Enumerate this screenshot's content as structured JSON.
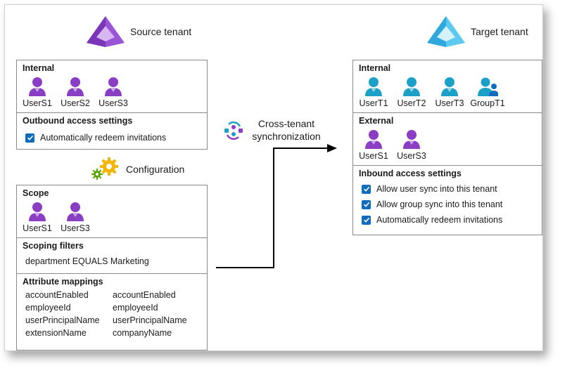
{
  "source": {
    "title": "Source tenant",
    "internal": {
      "title": "Internal",
      "users": [
        "UserS1",
        "UserS2",
        "UserS3"
      ]
    },
    "outbound": {
      "title": "Outbound access settings",
      "items": [
        "Automatically redeem invitations"
      ]
    }
  },
  "configuration": {
    "title": "Configuration",
    "scope": {
      "title": "Scope",
      "users": [
        "UserS1",
        "UserS3"
      ]
    },
    "scoping_filters": {
      "title": "Scoping filters",
      "filter": "department EQUALS Marketing"
    },
    "attribute_mappings": {
      "title": "Attribute mappings",
      "rows": [
        [
          "accountEnabled",
          "accountEnabled"
        ],
        [
          "employeeId",
          "employeeId"
        ],
        [
          "userPrincipalName",
          "userPrincipalName"
        ],
        [
          "extensionName",
          "companyName"
        ]
      ]
    }
  },
  "sync": {
    "line1": "Cross-tenant",
    "line2": "synchronization"
  },
  "target": {
    "title": "Target tenant",
    "internal": {
      "title": "Internal",
      "users": [
        "UserT1",
        "UserT2",
        "UserT3"
      ],
      "group": "GroupT1"
    },
    "external": {
      "title": "External",
      "users": [
        "UserS1",
        "UserS3"
      ]
    },
    "inbound": {
      "title": "Inbound access settings",
      "items": [
        "Allow user sync into this tenant",
        "Allow group sync into this tenant",
        "Automatically redeem invitations"
      ]
    }
  },
  "colors": {
    "purple_user": "#8a3ec4",
    "teal_user": "#1ba1c8",
    "checkbox": "#0f6cbd",
    "gear": "#f5b400",
    "gear_small": "#57a300"
  }
}
